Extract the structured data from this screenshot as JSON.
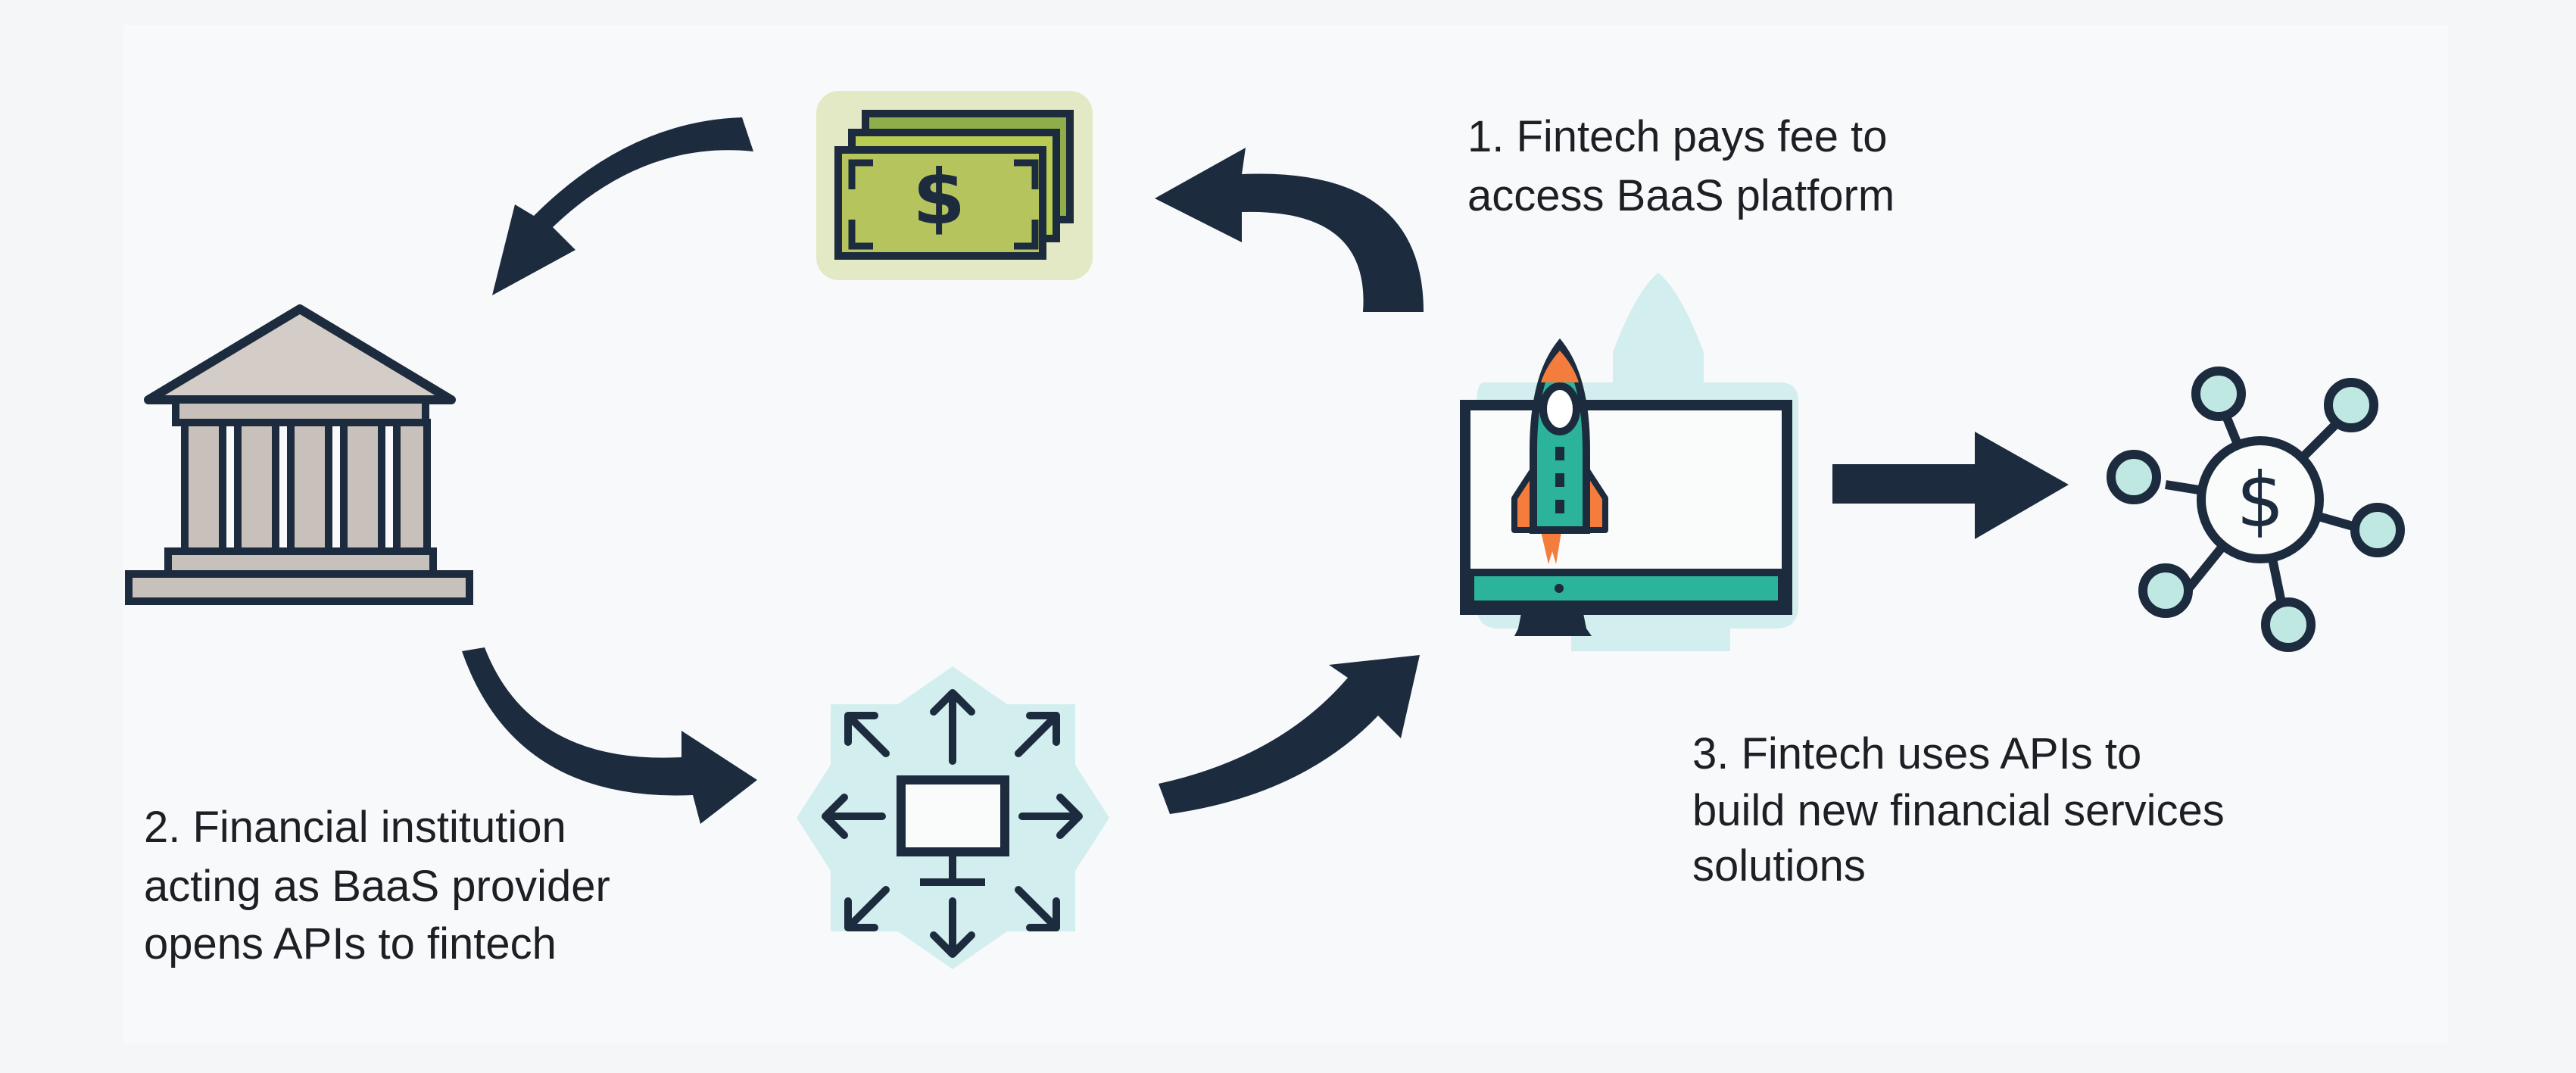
{
  "steps": [
    {
      "lines": [
        "1. Fintech pays fee to",
        "access BaaS platform"
      ]
    },
    {
      "lines": [
        "2. Financial institution",
        "acting as BaaS provider",
        "opens APIs to fintech"
      ]
    },
    {
      "lines": [
        "3. Fintech uses APIs to",
        "build new financial services",
        "solutions"
      ]
    }
  ],
  "icons": {
    "money": "money-stack-icon",
    "bank": "bank-building-icon",
    "platform": "computer-rocket-icon",
    "api": "api-hub-icon",
    "network": "financial-network-icon"
  },
  "colors": {
    "ink": "#1c2b3d",
    "teal": "#2bb39b",
    "mint": "#d3eeee",
    "orange": "#f47c3c",
    "money_green": "#b7c95a",
    "bank_gray": "#c8c0ba"
  }
}
